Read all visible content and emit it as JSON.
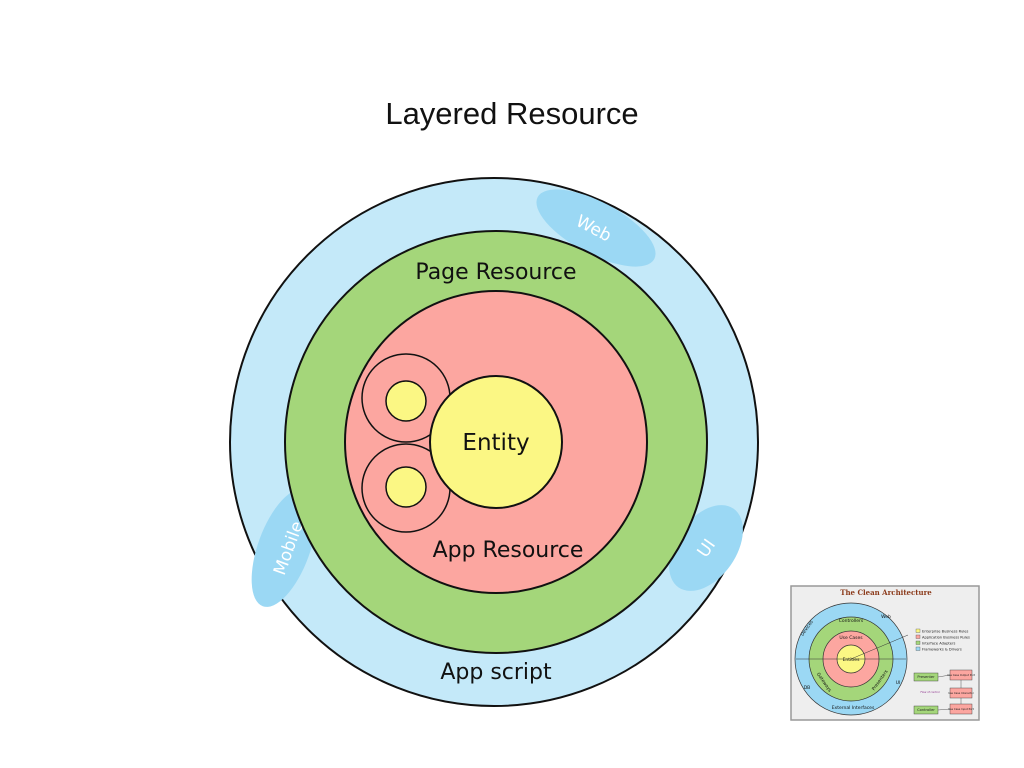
{
  "diagram": {
    "title": "Layered Resource",
    "rings": {
      "outer_label": "App script",
      "middle_label": "Page Resource",
      "inner_label": "App Resource",
      "core_label": "Entity"
    },
    "channels": {
      "web": "Web",
      "mobile": "Mobile",
      "ui": "UI"
    },
    "colors": {
      "outer": "#c4e9f9",
      "middle": "#a4d67a",
      "inner": "#fca6a0",
      "core": "#fbf784",
      "pill": "#9bd8f4"
    }
  },
  "thumbnail": {
    "title": "The Clean Architecture",
    "labels": {
      "controllers": "Controllers",
      "web": "Web",
      "devices": "Devices",
      "use_cases": "Use Cases",
      "entities": "Entities",
      "gateways": "Gateways",
      "presenters": "Presenters",
      "db": "DB",
      "ui": "UI",
      "external_interfaces": "External Interfaces"
    },
    "legend": [
      {
        "label": "Enterprise Business Rules",
        "color": "#fbf784"
      },
      {
        "label": "Application Business Rules",
        "color": "#fca6a0"
      },
      {
        "label": "Interface Adapters",
        "color": "#a4d67a"
      },
      {
        "label": "Frameworks & Drivers",
        "color": "#9bd8f4"
      }
    ],
    "flow": {
      "presenter": "Presenter",
      "controller": "Controller",
      "output_port": "Use Case Output Port",
      "interactor": "Use Case Interactor",
      "input_port": "Use Case Input Port",
      "flow_of_control": "Flow of control"
    }
  }
}
